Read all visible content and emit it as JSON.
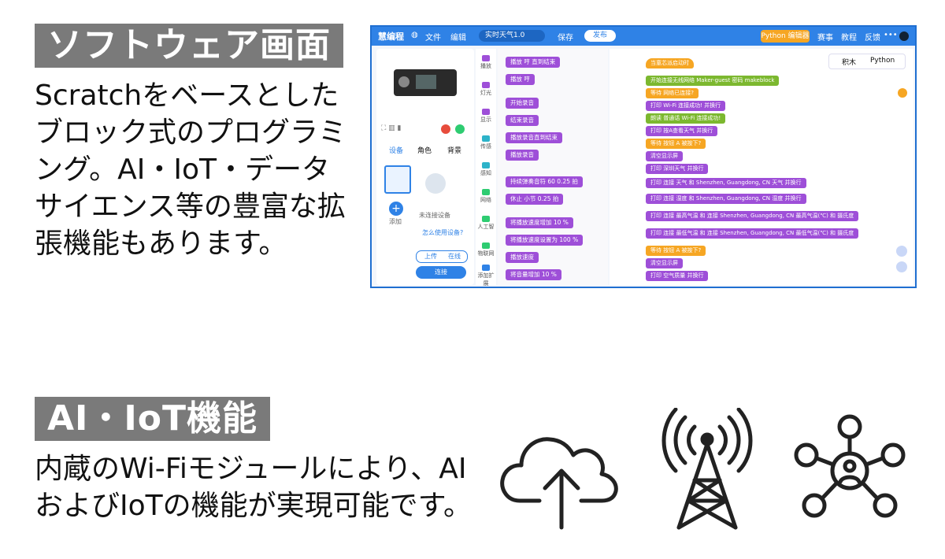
{
  "section1": {
    "heading": "ソフトウェア画面",
    "lines": [
      "Scratchをベースとした",
      "ブロック式のプログラミ",
      "ング。AI・IoT・データ",
      "サイエンス等の豊富な拡",
      "張機能もあります。"
    ]
  },
  "section2": {
    "heading": "AI・IoT機能",
    "lines": [
      "内蔵のWi-Fiモジュールにより、AI",
      "およびIoTの機能が実現可能です。"
    ]
  },
  "screenshot": {
    "app_name": "慧编程",
    "menu_file": "文件",
    "menu_edit": "编辑",
    "project_name": "实时天气1.0",
    "save": "保存",
    "share": "发布",
    "python_editor": "Python 编辑器",
    "right_menu": [
      "赛事",
      "教程",
      "反馈"
    ],
    "panel_tabs": [
      "设备",
      "角色",
      "背景"
    ],
    "no_device": "未连接设备",
    "how_to": "怎么使用设备?",
    "upload": "上传",
    "live": "在线",
    "connect": "连接",
    "add": "添加",
    "add_ext": "添加扩展",
    "categories": [
      "播放",
      "灯光",
      "显示",
      "传感",
      "感知",
      "网络",
      "人工智",
      "物联网"
    ],
    "palette_blocks": [
      "播放 哼 直到结束",
      "播放 哼",
      "开始录音",
      "结束录音",
      "播放录音直到结束",
      "播放录音",
      "持续弹奏音符 60 0.25 拍",
      "休止 小节 0.25 拍",
      "将播放速度增加 10 %",
      "将播放速度设置为 100 %",
      "播放速度",
      "将音量增加 10 %"
    ],
    "code_tabs": [
      "积木",
      "Python"
    ],
    "script_blocks": [
      "当童芯派启动时",
      "开始连接无线网络 Maker-guest 密码 makeblock",
      "等待 网络已连接?",
      "打印 Wi-Fi 连接成功! 并换行",
      "朗读 普通话 Wi-Fi 连接成功!",
      "打印 按A查看天气 并换行",
      "等待 按钮 A 被按下?",
      "清空显示屏",
      "打印 深圳天气 并换行",
      "打印 连接 天气 和 Shenzhen, Guangdong, CN 天气 并换行",
      "打印 连接 湿度 和 Shenzhen, Guangdong, CN 湿度 并换行",
      "打印 连接 最高气温 和 连接 Shenzhen, Guangdong, CN 最高气温(℃) 和 摄氏度",
      "打印 连接 最低气温 和 连接 Shenzhen, Guangdong, CN 最低气温(℃) 和 摄氏度",
      "等待 按钮 A 被按下?",
      "清空显示屏",
      "打印 空气质量 并换行"
    ]
  },
  "icons": [
    "cloud-upload-icon",
    "radio-tower-icon",
    "network-user-icon"
  ]
}
